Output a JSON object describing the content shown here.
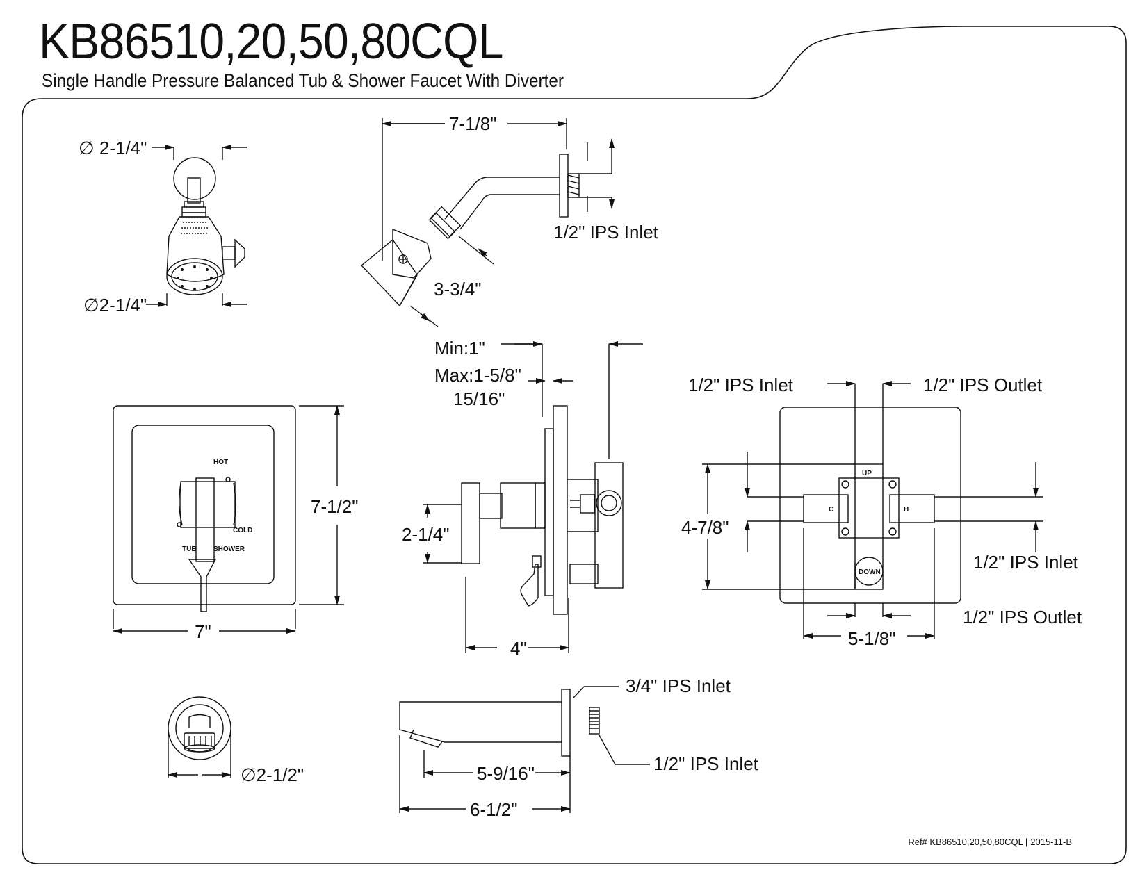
{
  "header": {
    "title": "KB86510,20,50,80CQL",
    "subtitle": "Single Handle Pressure Balanced Tub & Shower Faucet With Diverter"
  },
  "footer": {
    "ref_label": "Ref# KB86510,20,50,80CQL",
    "separator": "|",
    "revision": "2015-11-B"
  },
  "showerhead_front": {
    "top_diameter": "∅ 2-1/4\"",
    "bottom_diameter": "∅2-1/4\""
  },
  "showerhead_side": {
    "length": "7-1/8\"",
    "inlet": "1/2\" IPS Inlet",
    "head_length": "3-3/4\""
  },
  "trim_plate": {
    "height": "7-1/2\"",
    "width": "7\"",
    "label_hot": "HOT",
    "label_cold": "COLD",
    "label_tub": "TUB",
    "label_shower": "SHOWER"
  },
  "valve_side": {
    "min": "Min:1\"",
    "max": "Max:1-5/8\"",
    "offset": "15/16\"",
    "handle_height": "2-1/4\"",
    "depth": "4\""
  },
  "valve_rear": {
    "inlet_top_left": "1/2\" IPS Inlet",
    "outlet_top_right": "1/2\" IPS Outlet",
    "inlet_right": "1/2\" IPS Inlet",
    "outlet_bottom_right": "1/2\" IPS Outlet",
    "height": "4-7/8\"",
    "width": "5-1/8\"",
    "label_up": "UP",
    "label_down": "DOWN",
    "label_c": "C",
    "label_h": "H"
  },
  "spout_front": {
    "diameter": "∅2-1/2\""
  },
  "spout_side": {
    "inlet_large": "3/4\" IPS Inlet",
    "inlet_small": "1/2\" IPS Inlet",
    "reach": "5-9/16\"",
    "length": "6-1/2\""
  }
}
